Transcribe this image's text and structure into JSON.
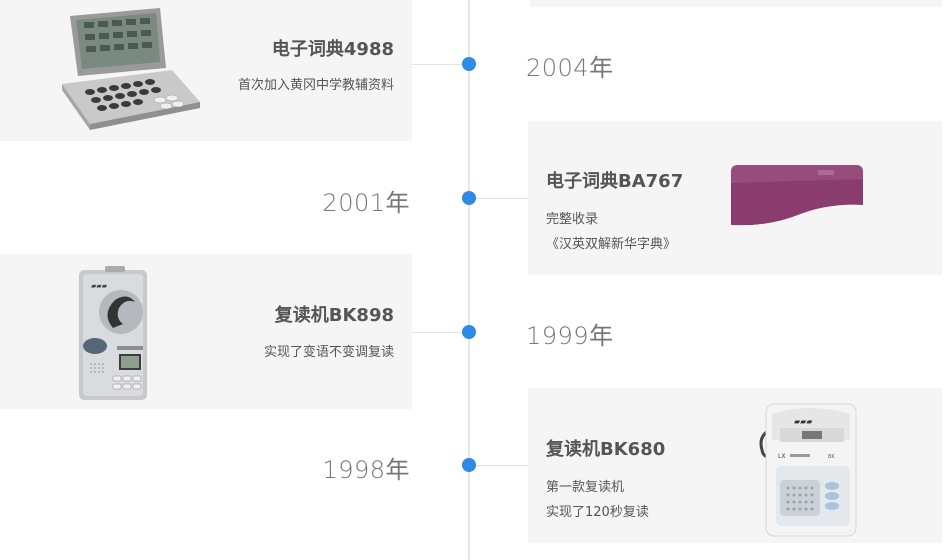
{
  "timeline": [
    {
      "year": "2004年",
      "title": "电子词典4988",
      "desc": [
        "首次加入黄冈中学教辅资料"
      ],
      "image_icon": "pda-dictionary-icon"
    },
    {
      "year": "2001年",
      "title": "电子词典BA767",
      "desc": [
        "完整收录",
        "《汉英双解新华字典》"
      ],
      "image_icon": "purple-dictionary-icon"
    },
    {
      "year": "1999年",
      "title": "复读机BK898",
      "desc": [
        "实现了变语不变调复读"
      ],
      "image_icon": "silver-cassette-player-icon"
    },
    {
      "year": "1998年",
      "title": "复读机BK680",
      "desc": [
        "第一款复读机",
        "实现了120秒复读"
      ],
      "image_icon": "white-cassette-player-icon"
    }
  ],
  "colors": {
    "dot": "#2f8ae6",
    "card": "#f5f5f5",
    "line": "#e6e6e6"
  }
}
